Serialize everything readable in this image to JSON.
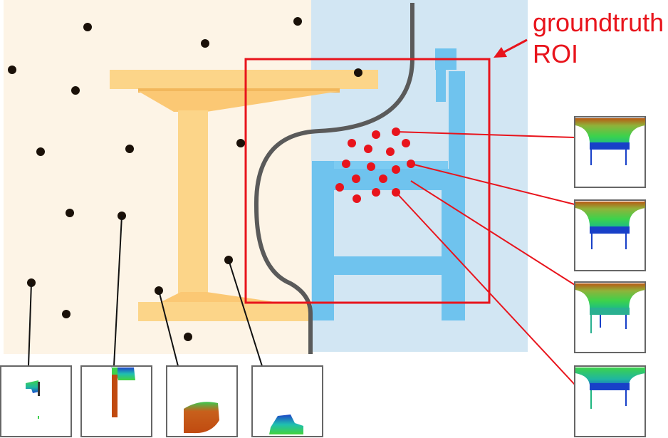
{
  "annotation": {
    "line1": "groundtruth",
    "line2": "ROI"
  },
  "colors": {
    "left_region": "#fdf4e6",
    "right_region": "#d2e6f3",
    "table": "#fcd589",
    "table_shade": "#f2b75c",
    "chair": "#6fc3ee",
    "boundary": "#5a5a5a",
    "roi": "#e8141c",
    "points_left": "#1a1008",
    "points_right": "#e8141c"
  },
  "objects": {
    "left": "table",
    "right": "chair"
  }
}
